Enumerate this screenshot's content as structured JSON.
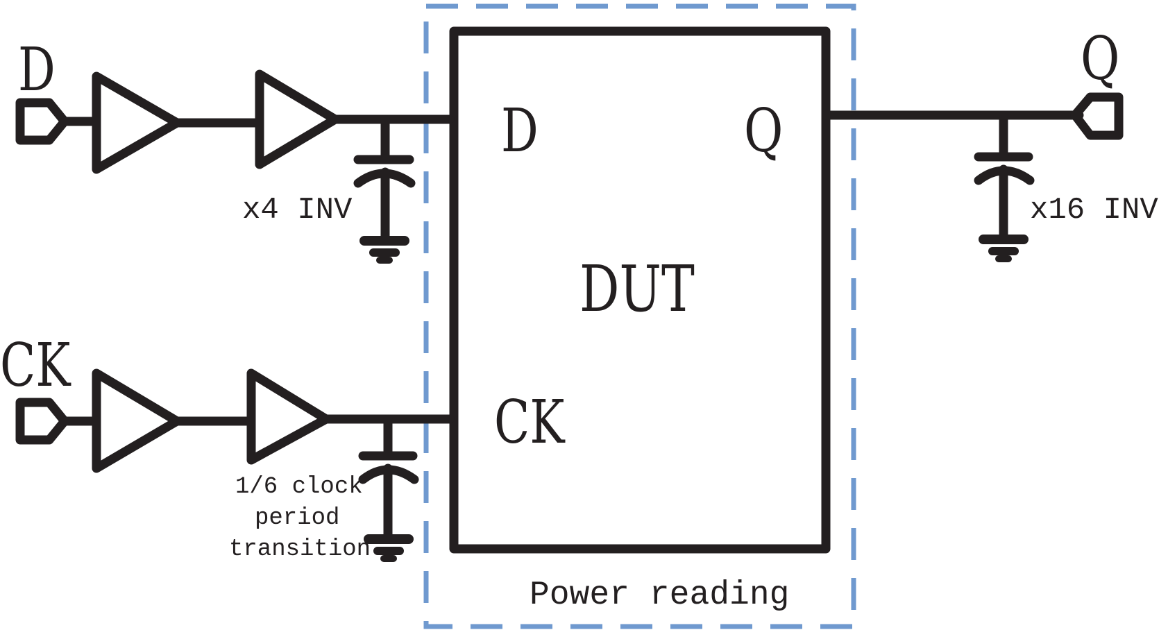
{
  "labels": {
    "in_d": "D",
    "in_ck": "CK",
    "out_q": "Q",
    "dut_pin_d": "D",
    "dut_pin_q": "Q",
    "dut_pin_ck": "CK",
    "dut_name": "DUT",
    "load_d": "x4 INV",
    "load_q": "x16 INV",
    "ck_transition_line1": "1/6 clock",
    "ck_transition_line2": "period",
    "ck_transition_line3": "transition",
    "power_region": "Power reading"
  },
  "colors": {
    "wire": "#231f20",
    "power_box": "#6f99cf"
  }
}
